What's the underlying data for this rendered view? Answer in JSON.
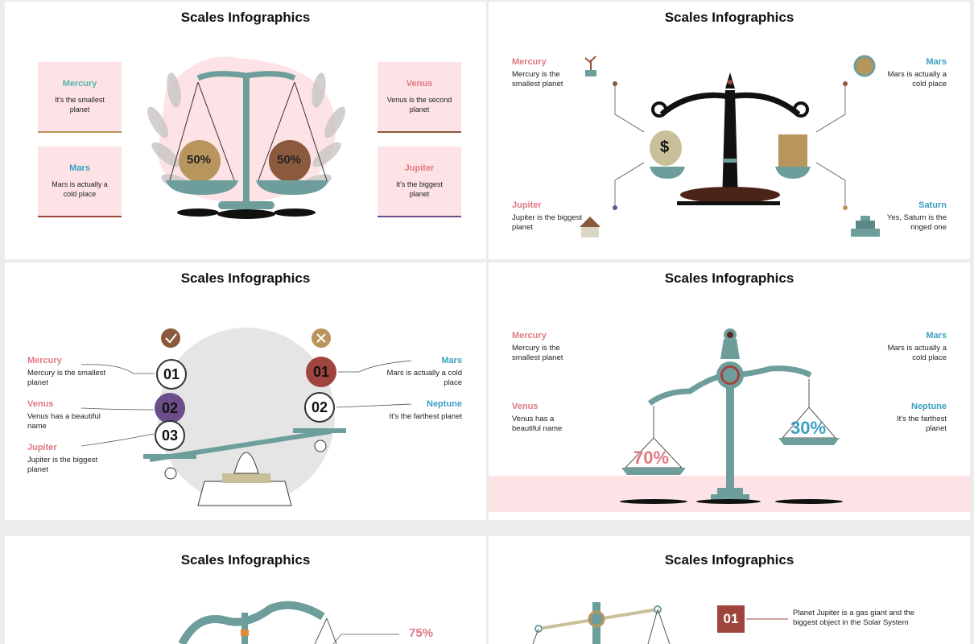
{
  "slide_title": "Scales Infographics",
  "s1": {
    "mercury": {
      "title": "Mercury",
      "text": "It's the smallest planet"
    },
    "mars": {
      "title": "Mars",
      "text": "Mars is actually a cold place"
    },
    "venus": {
      "title": "Venus",
      "text": "Venus is the second planet"
    },
    "jupiter": {
      "title": "Jupiter",
      "text": "It's the biggest planet"
    },
    "left_pct": "50%",
    "right_pct": "50%"
  },
  "s2": {
    "mercury": {
      "title": "Mercury",
      "text": "Mercury is the smallest planet"
    },
    "mars": {
      "title": "Mars",
      "text": "Mars is actually a cold place"
    },
    "jupiter": {
      "title": "Jupiter",
      "text": "Jupiter is  the biggest planet"
    },
    "saturn": {
      "title": "Saturn",
      "text": "Yes, Saturn is the ringed one"
    },
    "dollar": "$"
  },
  "s3": {
    "mercury": {
      "title": "Mercury",
      "text": "Mercury is the smallest planet"
    },
    "venus": {
      "title": "Venus",
      "text": "Venus has a beautiful name"
    },
    "jupiter": {
      "title": "Jupiter",
      "text": "Jupiter is the biggest planet"
    },
    "mars": {
      "title": "Mars",
      "text": "Mars is actually a cold place"
    },
    "neptune": {
      "title": "Neptune",
      "text": "It's the farthest planet"
    },
    "n01": "01",
    "n02": "02",
    "n03": "03",
    "m01": "01",
    "m02": "02"
  },
  "s4": {
    "mercury": {
      "title": "Mercury",
      "text": "Mercury is the smallest planet"
    },
    "venus": {
      "title": "Venus",
      "text": "Venus has a beautiful name"
    },
    "mars": {
      "title": "Mars",
      "text": "Mars is actually a cold place"
    },
    "neptune": {
      "title": "Neptune",
      "text": "It's the farthest planet"
    },
    "left_pct": "70%",
    "right_pct": "30%"
  },
  "s5": {
    "pct": "75%"
  },
  "s6": {
    "num": "01",
    "text": "Planet Jupiter is a gas giant and the biggest object in the Solar System"
  },
  "colors": {
    "pink_bg": "#fde3e5",
    "teal": "#6e9e9c",
    "pink": "#e17883",
    "blue": "#3b9fc2",
    "brown": "#8b5a3c",
    "maroon": "#a0443e"
  }
}
